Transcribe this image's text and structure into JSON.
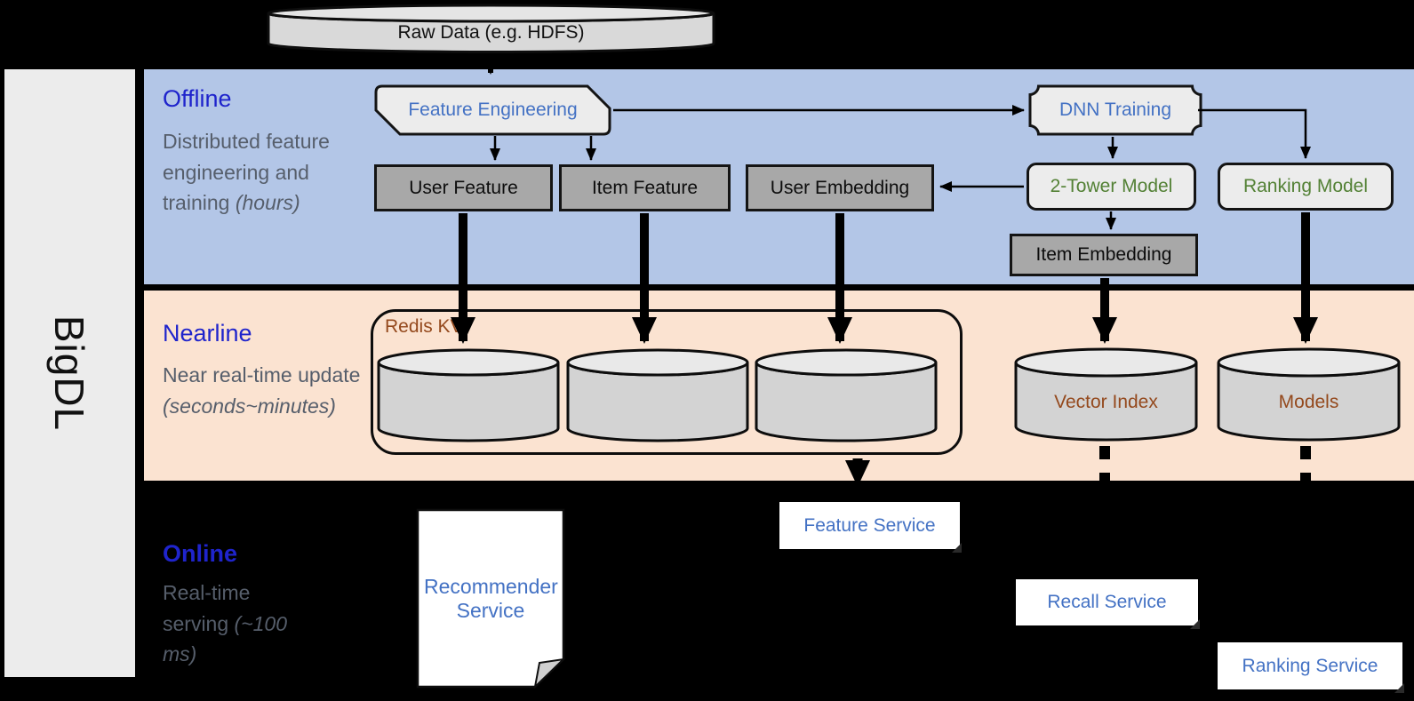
{
  "brand": "BigDL",
  "raw_data": {
    "label": "Raw Data (e.g. HDFS)"
  },
  "sections": {
    "offline": {
      "title": "Offline",
      "desc": "Distributed feature engineering and training",
      "note": "(hours)"
    },
    "nearline": {
      "title": "Nearline",
      "desc": "Near real-time update",
      "note": "(seconds~minutes)"
    },
    "online": {
      "title": "Online",
      "desc": "Real-time serving",
      "note": "(~100 ms)"
    }
  },
  "offline_nodes": {
    "feature_engineering": "Feature Engineering",
    "dnn_training": "DNN Training",
    "user_feature": "User Feature",
    "item_feature": "Item Feature",
    "user_embedding": "User Embedding",
    "two_tower_model": "2-Tower Model",
    "ranking_model": "Ranking Model",
    "item_embedding": "Item Embedding"
  },
  "nearline_nodes": {
    "redis_kv": "Redis KV",
    "vector_index": "Vector Index",
    "models": "Models"
  },
  "online_nodes": {
    "recommender_service": "Recommender Service",
    "feature_service": "Feature Service",
    "recall_service": "Recall Service",
    "ranking_service": "Ranking Service"
  },
  "colors": {
    "offline_band": "#b3c6e7",
    "nearline_band": "#fbe3d1",
    "online_band": "#000000",
    "heading_blue": "#1f24cc",
    "node_text_blue": "#4472c4",
    "model_green": "#538135",
    "storage_brown": "#94491d",
    "gray_box": "#a8a8a8"
  }
}
